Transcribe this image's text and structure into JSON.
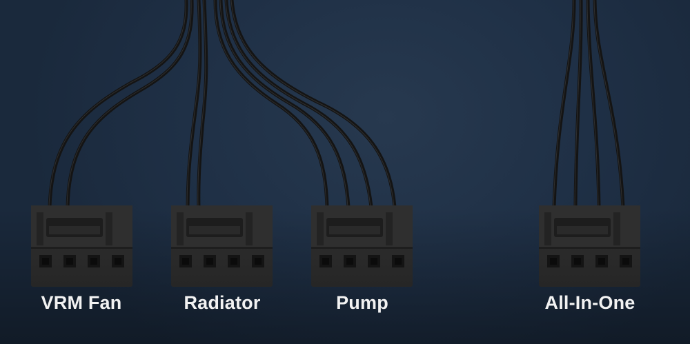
{
  "colors": {
    "background": "#1f3046",
    "connector": "#2b2b2b",
    "connector_dark": "#1c1c1c",
    "wire": "#151515",
    "label_text": "#f2f2f2"
  },
  "connectors": [
    {
      "label": "VRM Fan",
      "pin_count": 4
    },
    {
      "label": "Radiator",
      "pin_count": 4
    },
    {
      "label": "Pump",
      "pin_count": 4
    },
    {
      "label": "All-In-One",
      "pin_count": 4
    }
  ]
}
